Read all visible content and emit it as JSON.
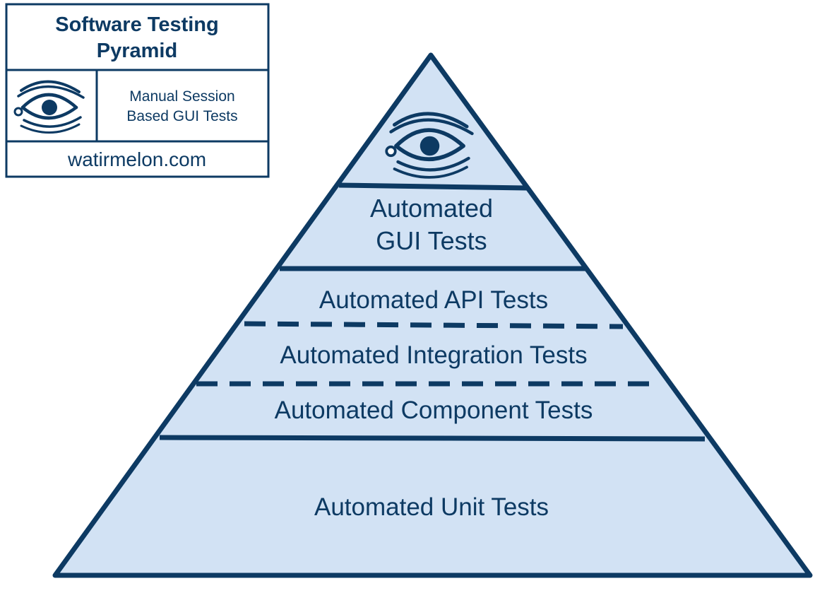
{
  "legend": {
    "title_line1": "Software Testing",
    "title_line2": "Pyramid",
    "icon": "eye-icon",
    "description_line1": "Manual Session",
    "description_line2": "Based GUI Tests",
    "website": "watirmelon.com"
  },
  "pyramid": {
    "apex_icon": "eye-icon",
    "layers": {
      "gui_line1": "Automated",
      "gui_line2": "GUI Tests",
      "api": "Automated API Tests",
      "integration": "Automated Integration Tests",
      "component": "Automated Component Tests",
      "unit": "Automated Unit Tests"
    }
  },
  "colors": {
    "stroke": "#0d3a63",
    "fill": "#d2e2f4",
    "text": "#0d3a63",
    "background": "#ffffff"
  }
}
